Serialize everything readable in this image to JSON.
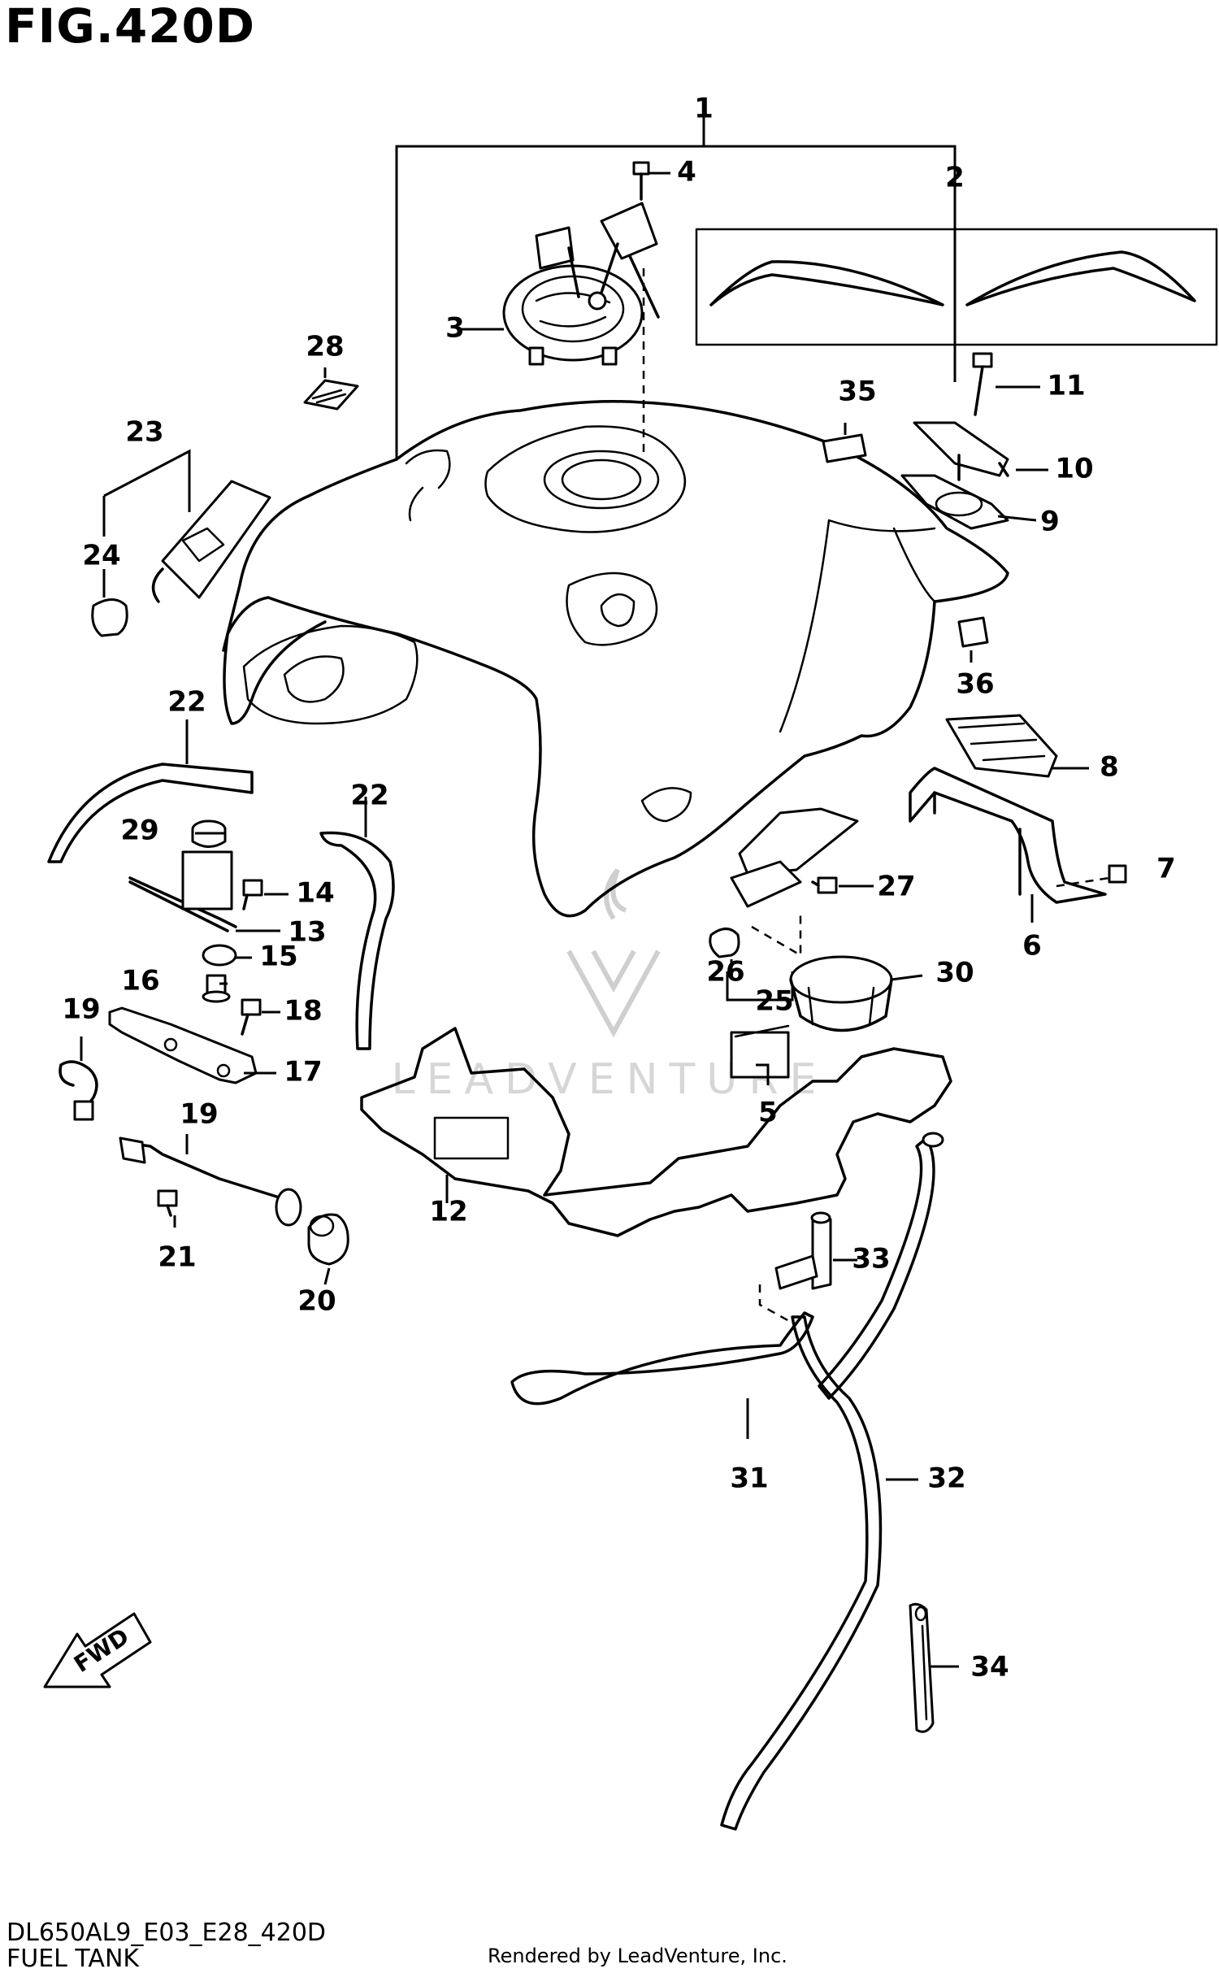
{
  "figure": {
    "title": "FIG.420D",
    "doc_code": "DL650AL9_E03_E28_420D",
    "name": "FUEL TANK",
    "rendered_by": "Rendered by LeadVenture, Inc.",
    "watermark": "LEADVENTURE",
    "direction_label": "FWD"
  },
  "callouts": [
    "1",
    "2",
    "3",
    "4",
    "5",
    "6",
    "7",
    "8",
    "9",
    "10",
    "11",
    "12",
    "13",
    "14",
    "15",
    "16",
    "17",
    "18",
    "19",
    "19",
    "20",
    "21",
    "22",
    "22",
    "23",
    "24",
    "25",
    "26",
    "27",
    "28",
    "29",
    "30",
    "31",
    "32",
    "33",
    "34",
    "35",
    "36"
  ]
}
